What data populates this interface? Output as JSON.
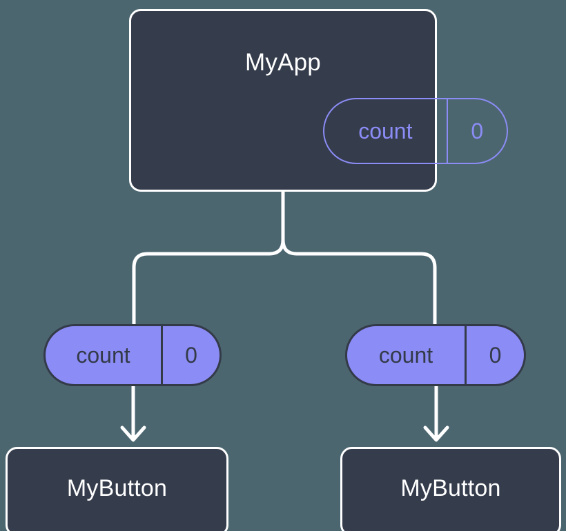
{
  "diagram": {
    "type": "component-state-flow",
    "background_color": "#4c6670",
    "title_text_color": "#ffffff",
    "accent_color": "#8b8cf5",
    "box_fill_color": "#353c4c",
    "connector_color": "#ffffff"
  },
  "root": {
    "component_name": "MyApp",
    "state": {
      "name": "count",
      "value": "0",
      "style": "outlined"
    }
  },
  "children": [
    {
      "id": "left",
      "prop": {
        "name": "count",
        "value": "0",
        "style": "filled"
      },
      "component_name": "MyButton"
    },
    {
      "id": "right",
      "prop": {
        "name": "count",
        "value": "0",
        "style": "filled"
      },
      "component_name": "MyButton"
    }
  ],
  "connectors": {
    "parent_to_children": "branching-elbow",
    "prop_to_component": "arrow-down"
  }
}
